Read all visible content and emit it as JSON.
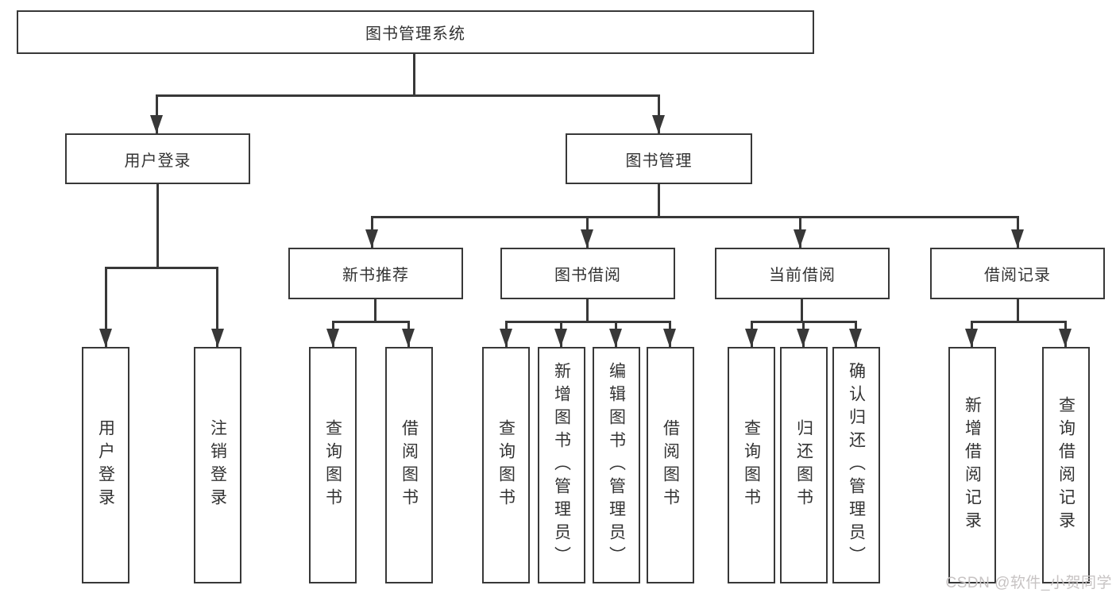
{
  "title": "图书管理系统",
  "tree": {
    "root": {
      "label": "图书管理系统"
    },
    "branches": [
      {
        "label": "用户登录",
        "children": [
          {
            "label": "用户登录"
          },
          {
            "label": "注销登录"
          }
        ]
      },
      {
        "label": "图书管理",
        "children": [
          {
            "label": "新书推荐",
            "children": [
              {
                "label": "查询图书"
              },
              {
                "label": "借阅图书"
              }
            ]
          },
          {
            "label": "图书借阅",
            "children": [
              {
                "label": "查询图书"
              },
              {
                "label": "新增图书（管理员）"
              },
              {
                "label": "编辑图书（管理员）"
              },
              {
                "label": "借阅图书"
              }
            ]
          },
          {
            "label": "当前借阅",
            "children": [
              {
                "label": "查询图书"
              },
              {
                "label": "归还图书"
              },
              {
                "label": "确认归还（管理员）"
              }
            ]
          },
          {
            "label": "借阅记录",
            "children": [
              {
                "label": "新增借阅记录"
              },
              {
                "label": "查询借阅记录"
              }
            ]
          }
        ]
      }
    ]
  },
  "watermark": {
    "text": "CSDN @软件_小贺同学"
  },
  "colors": {
    "line": "#383838",
    "text": "#333333",
    "watermark": "#c7c3c3",
    "background": "#ffffff"
  }
}
